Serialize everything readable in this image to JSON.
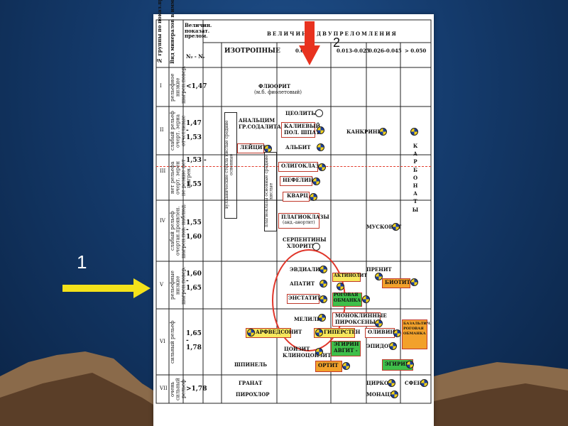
{
  "markers": {
    "n1": "1",
    "n2": "2"
  },
  "header": {
    "col_group": "№ группы по показ.прелом.",
    "col_relief": "Вид минералов в иммерсии бальзаме",
    "col_ri_title": "Величин. показат. прелом.",
    "col_ri_sub": "N₂ - Nₑ",
    "isotropic": "ИЗОТРОПНЫЕ",
    "birefringence_title": "ВЕЛИЧИНА ДВУПРЕЛОМЛЕНИЯ",
    "r1": "0.005",
    "r2": "0.013-0.025",
    "r3": "0.026-0.045",
    "r4": "> 0.050"
  },
  "groups": [
    "I",
    "II",
    "III",
    "IV",
    "V",
    "VI",
    "VII"
  ],
  "reliefs": [
    "рельефное низкие шагрен.повер.",
    "слабый рельеф очерт. зерна отчетливые",
    "нет рельефа очерт. зерен не резкие нет шагрен.",
    "слабый рельеф очертан.проявлен. шагрен.пов. наблюд.",
    "рельефные низкие шагрен.повер.",
    "сильный рельеф",
    "очень сильный рельеф"
  ],
  "indices": [
    "<1,47",
    "1,47 - 1,53",
    "1,53 -",
    "1,55",
    "1,55 - 1,60",
    "1,60 - 1,65",
    "1,65 - 1,78",
    ">1,78"
  ],
  "verticals": {
    "glass": "вулканические стекла кислые средние основные",
    "plag": "плагиоклазы основные средние кислые",
    "carbonates": "К А Р Б О Н А Т Ы"
  },
  "minerals": {
    "fluorite": "ФЛЮОРИТ",
    "fluorite_note": "(м.б. фиолетовый)",
    "analcime": "АНАЛЬЦИМ",
    "sodalite": "ГР.СОДАЛИТА",
    "leucite": "ЛЕЙЦИТ",
    "zeolites": "ЦЕОЛИТЫ",
    "kfeldspar1": "КАЛИЕВЫЙ",
    "kfeldspar2": "ПОЛ. ШПАТ",
    "albite": "АЛЬБИТ",
    "oligoclase": "ОЛИГОКЛАЗ",
    "nepheline": "НЕФЕЛИН",
    "quartz": "КВАРЦ",
    "plagioclase": "ПЛАГИОКЛАЗЫ",
    "plagioclase_note": "(анд.-анортит)",
    "serpentine": "СЕРПЕНТИНЫ",
    "chlorite": "ХЛОРИТЫ",
    "cancrinite": "КАНКРИНИТ",
    "muscovite": "МУСКОВИТ",
    "eudialyte": "ЭВДИАЛИТ",
    "apatite": "АПАТИТ",
    "enstatite": "ЭНСТАТИТ",
    "actinolite": "АКТИНОЛИТ",
    "hornblende1": "РОГОВАЯ",
    "hornblende2": "ОБМАНКА",
    "prehnite": "ПРЕНИТ",
    "biotite": "БИОТИТ",
    "melilite": "МЕЛИЛИТ",
    "monocl1": "МОНОКЛИННЫЕ",
    "monocl2": "ПИРОКСЕНЫ",
    "arfvedsonite": "АРФВЕДСОНИТ",
    "hypersthene": "ГИПЕРСТЕН",
    "olivine": "ОЛИВИН",
    "basalt1": "БАЗАЛЬТИЧ.",
    "basalt2": "РОГОВАЯ",
    "basalt3": "ОБМАНКА",
    "zoisite": "ЦОИЗИТ",
    "clinozoisite": "КЛИНОЦОИЗИТ",
    "aegirine_augite1": "ЭГИРИН",
    "aegirine_augite2": "АВГИТ -",
    "epidote": "ЭПИДОТ",
    "orthite": "ОРТИТ",
    "aegirine": "ЭГИРИН",
    "spinel": "ШПИНЕЛЬ",
    "garnet": "ГРАНАТ",
    "pyrochlore": "ПИРОХЛОР",
    "zircon": "ЦИРКОН",
    "monazite": "МОНАЦИТ",
    "sphene": "СФЕН"
  }
}
